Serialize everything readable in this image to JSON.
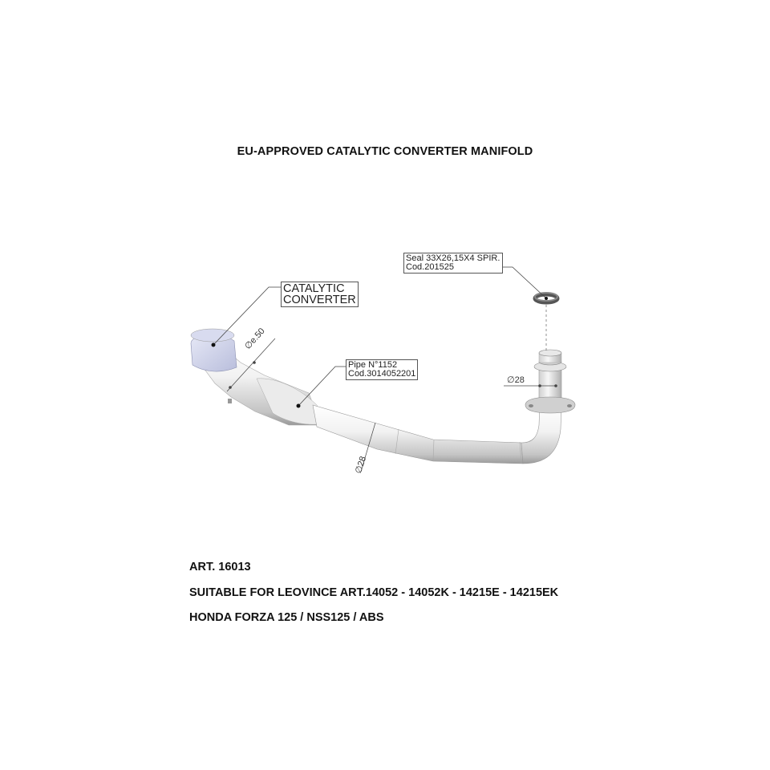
{
  "title": "EU-APPROVED CATALYTIC CONVERTER MANIFOLD",
  "callouts": {
    "seal": {
      "line1": "Seal 33X26,15X4 SPIR.",
      "line2": "Cod.201525"
    },
    "catalytic": {
      "line1": "CATALYTIC",
      "line2": "CONVERTER"
    },
    "pipe": {
      "line1": "Pipe N°1152",
      "line2": "Cod.3014052201"
    }
  },
  "dimensions": {
    "converter_diameter": "∅e.50",
    "flange_diameter": "∅28",
    "pipe_diameter": "∅28"
  },
  "info": {
    "article": "ART. 16013",
    "suitable": "SUITABLE FOR LEOVINCE ART.14052 - 14052K - 14215E - 14215EK",
    "models": "HONDA FORZA 125 / NSS125 / ABS"
  },
  "colors": {
    "pipe_light": "#f4f4f4",
    "pipe_shade": "#b8b8b8",
    "converter_tip": "#c9cde6",
    "leader": "#444444"
  }
}
